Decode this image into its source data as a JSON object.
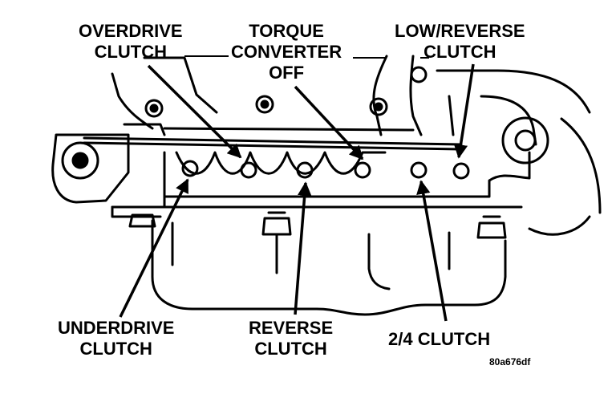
{
  "labels": {
    "overdrive_clutch": [
      "OVERDRIVE",
      "CLUTCH"
    ],
    "torque_converter_off": [
      "TORQUE",
      "CONVERTER",
      "OFF"
    ],
    "low_reverse_clutch": [
      "LOW/REVERSE",
      "CLUTCH"
    ],
    "underdrive_clutch": [
      "UNDERDRIVE",
      "CLUTCH"
    ],
    "reverse_clutch": [
      "REVERSE",
      "CLUTCH"
    ],
    "two_four_clutch": [
      "2/4 CLUTCH"
    ]
  },
  "figure_code": "80a676df",
  "colors": {
    "ink": "#000000",
    "paper": "#ffffff"
  }
}
